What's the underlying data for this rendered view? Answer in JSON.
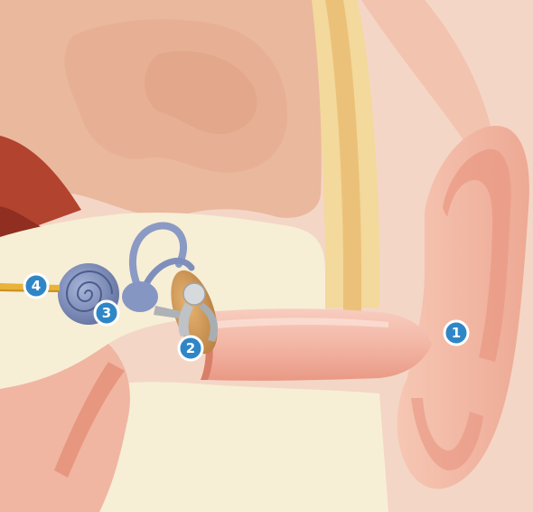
{
  "colors": {
    "marker_fill": "#2F86C6",
    "marker_ring": "#ffffff",
    "marker_text": "#ffffff",
    "brain": "#E8B59C",
    "bone": "#F5EDD2",
    "skin": "#F2B7A4",
    "canal_inner": "#F0A597",
    "cochlea": "#7E90BD",
    "ossicle": "#C9CCCF",
    "eardrum": "#D6A25E",
    "nerve": "#E9B23A",
    "deep_red": "#B2432F"
  },
  "markers": [
    {
      "id": "m1",
      "label": "1"
    },
    {
      "id": "m2",
      "label": "2"
    },
    {
      "id": "m3",
      "label": "3"
    },
    {
      "id": "m4",
      "label": "4"
    }
  ]
}
